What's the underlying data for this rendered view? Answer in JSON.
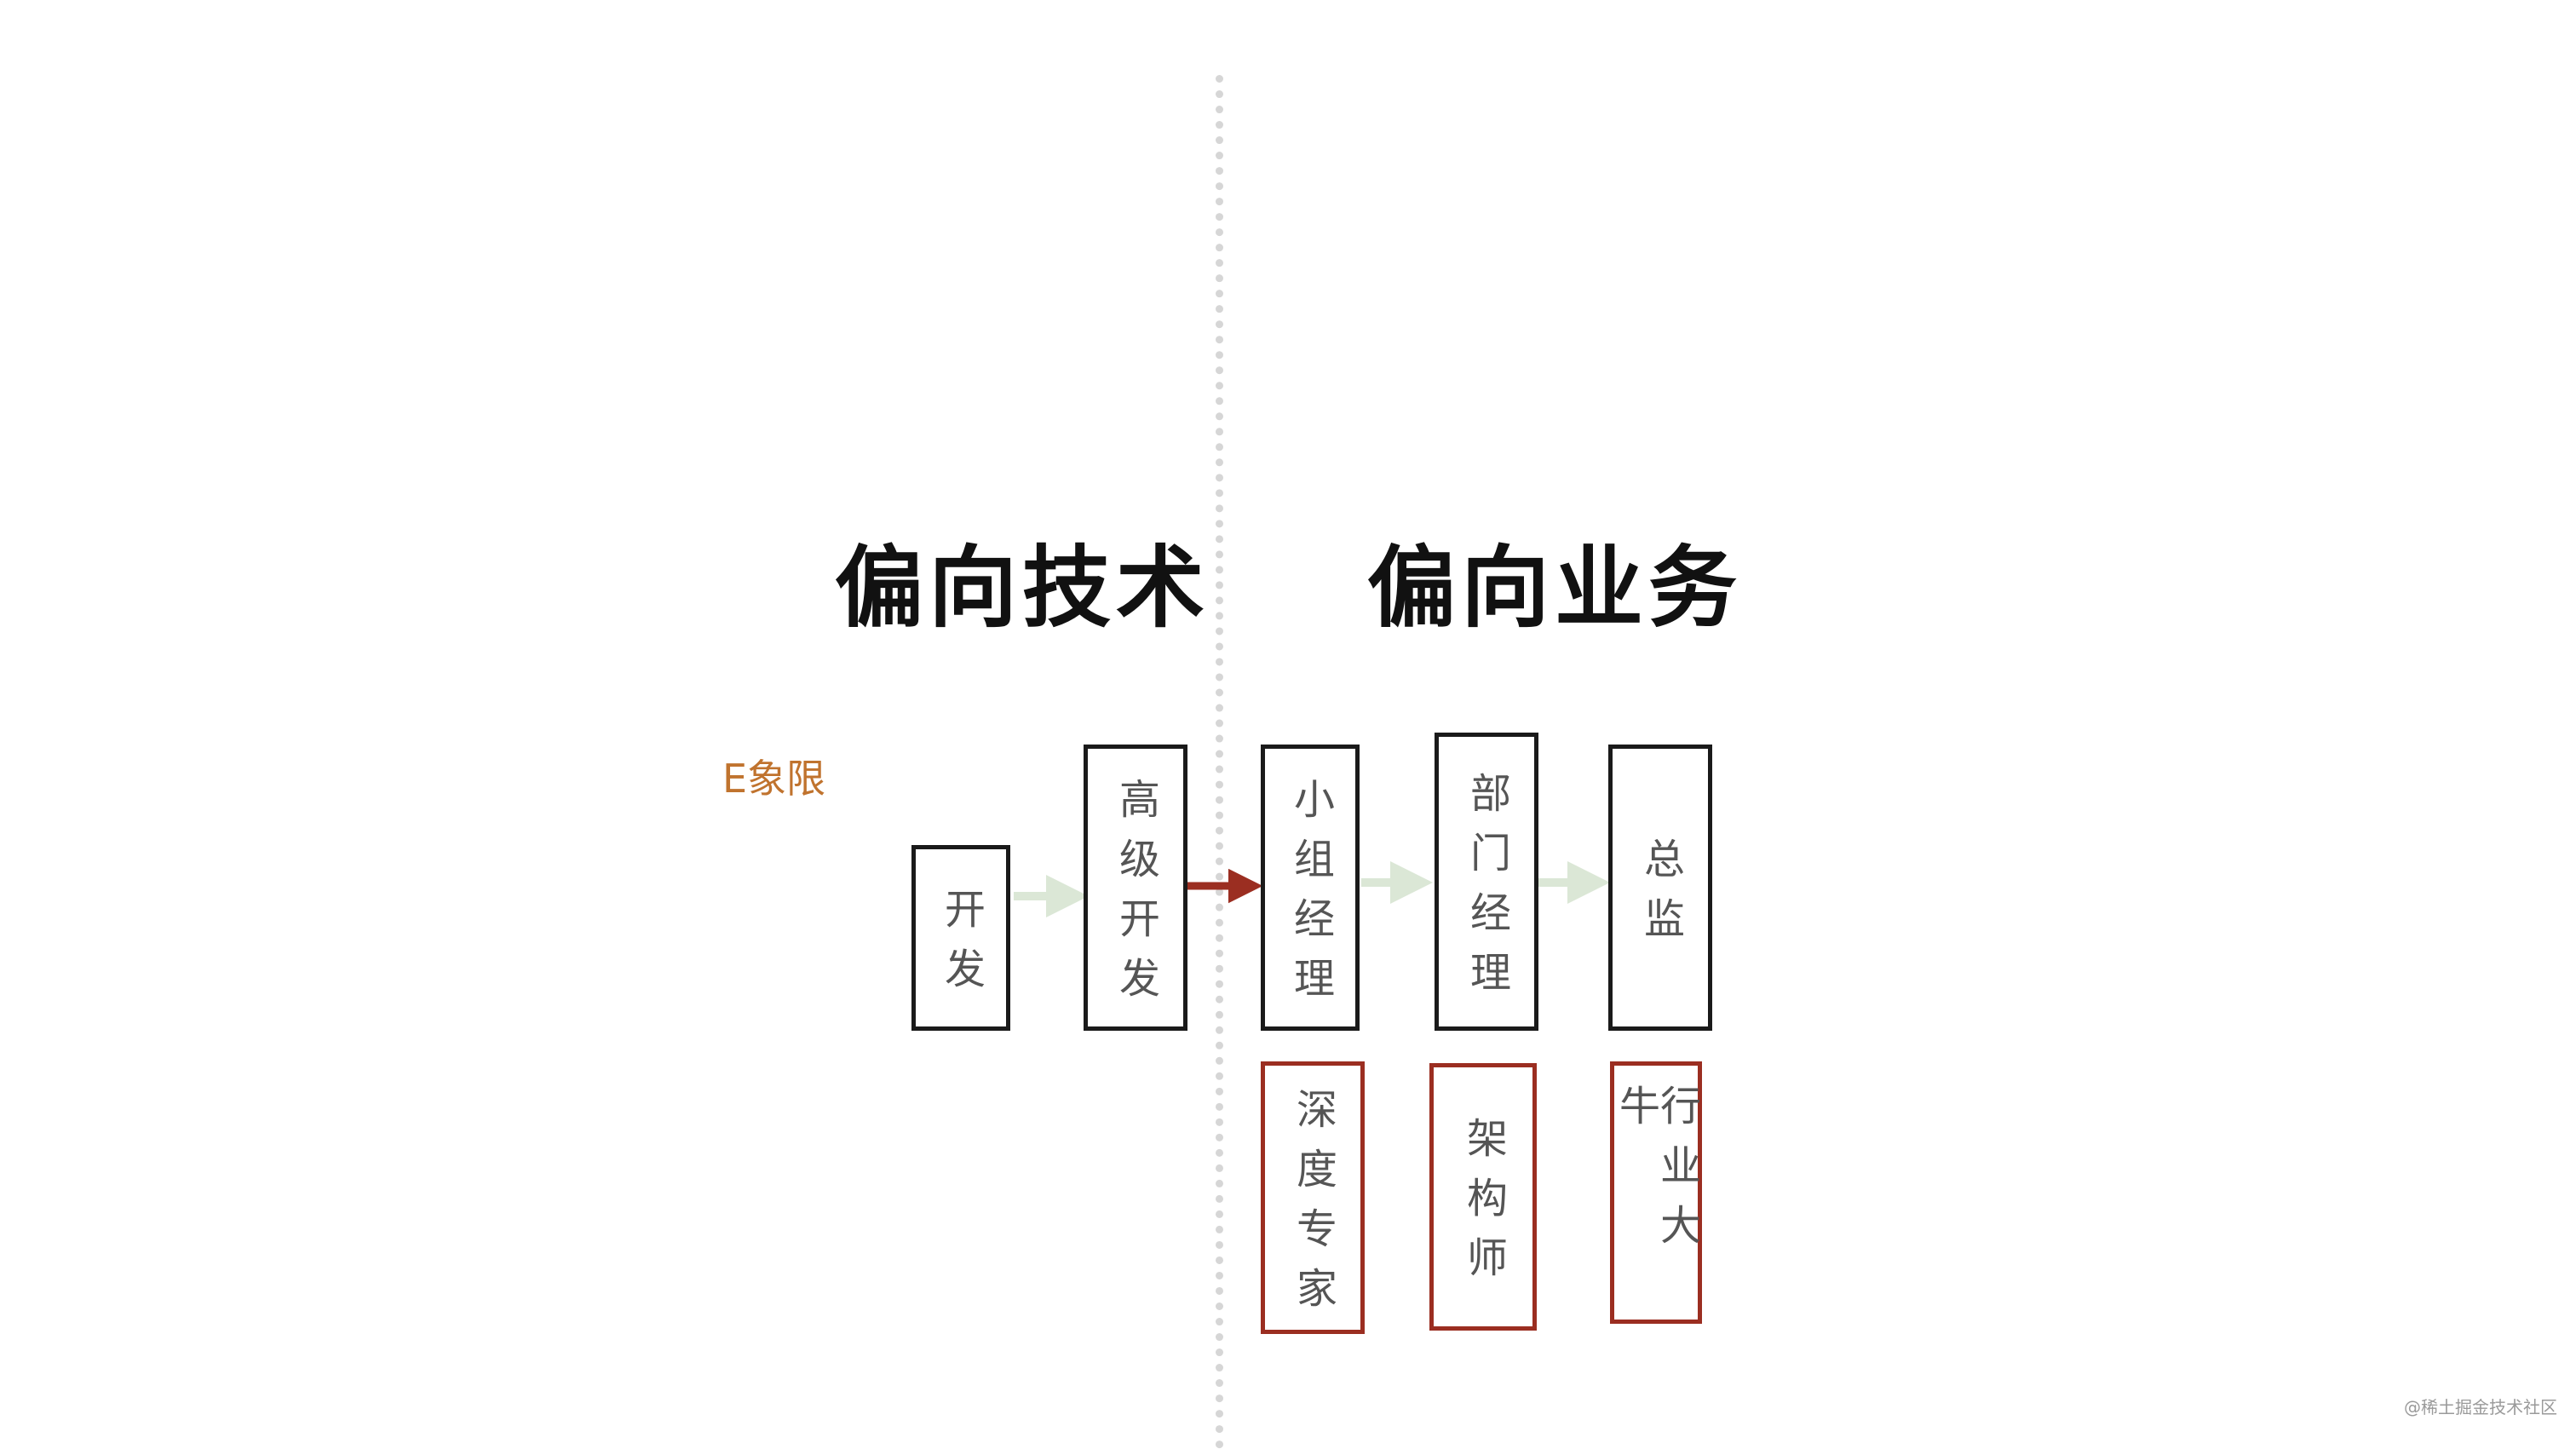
{
  "headings": {
    "tech": "偏向技术",
    "business": "偏向业务"
  },
  "quadrant_label": "E象限",
  "track_boxes": [
    {
      "id": "dev",
      "text": "开发"
    },
    {
      "id": "senior-dev",
      "text": "高级开发"
    },
    {
      "id": "team-manager",
      "text": "小组经理"
    },
    {
      "id": "dept-manager",
      "text": "部门经理"
    },
    {
      "id": "director",
      "text": "总监"
    }
  ],
  "expert_boxes": [
    {
      "id": "deep-expert",
      "text": "深度专家"
    },
    {
      "id": "architect",
      "text": "架构师"
    },
    {
      "id": "industry-leader",
      "text": "行业大牛"
    }
  ],
  "watermark": "@稀土掘金技术社区",
  "colors": {
    "divider": "#d6d6d6",
    "box_border": "#1a1a1a",
    "expert_border": "#9b2e21",
    "box_text": "#555555",
    "quadrant_label": "#c0732e",
    "arrow_faded": "#dbe7d6",
    "arrow_highlight": "#9b2e21"
  }
}
